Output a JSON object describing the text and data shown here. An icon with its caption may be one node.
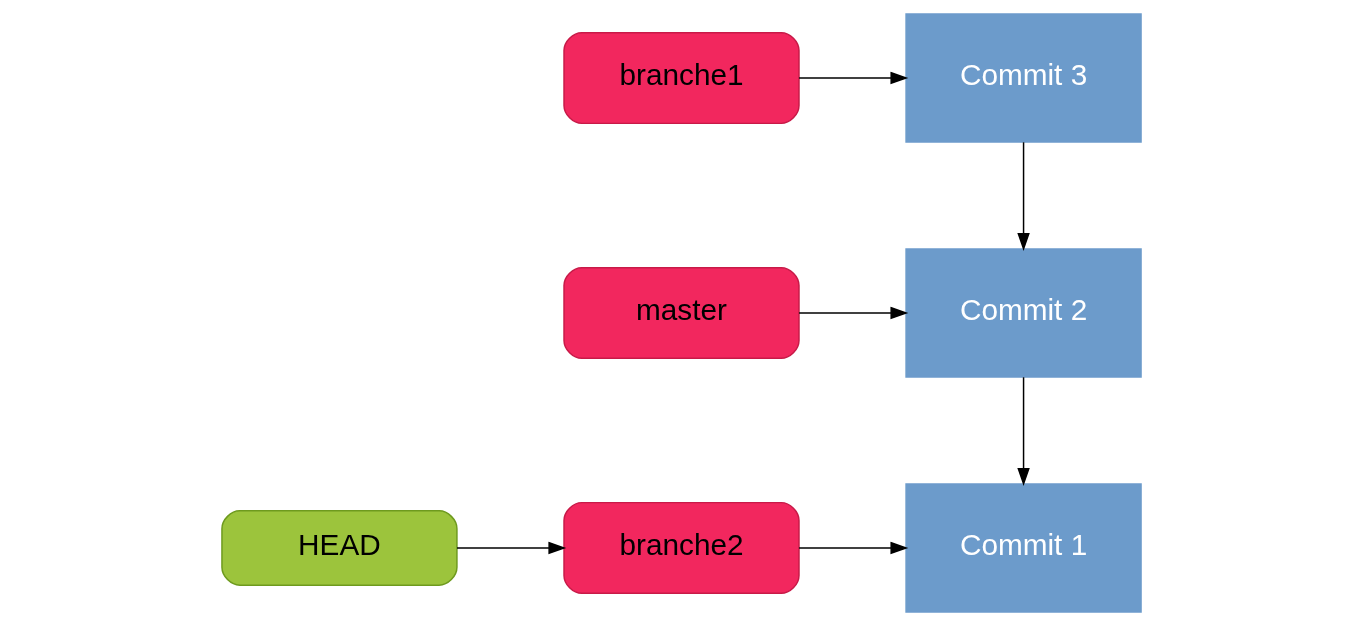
{
  "diagram": {
    "nodes": [
      {
        "text": [
          "Commit 3"
        ]
      },
      {
        "text": [
          "branche1"
        ]
      },
      {
        "text": [
          "master"
        ]
      },
      {
        "text": [
          "Commit 2"
        ]
      },
      {
        "text": [
          "HEAD"
        ]
      },
      {
        "text": [
          "branche2"
        ]
      },
      {
        "text": [
          "Commit 1"
        ]
      }
    ],
    "edges": [
      {
        "from": 1,
        "to": 0,
        "arrow": "to"
      },
      {
        "from": 0,
        "to": 3,
        "arrow": "to"
      },
      {
        "from": 2,
        "to": 3,
        "arrow": "to"
      },
      {
        "from": 3,
        "to": 6,
        "arrow": "to"
      },
      {
        "from": 4,
        "to": 5,
        "arrow": "to"
      },
      {
        "from": 5,
        "to": 6,
        "arrow": "to"
      }
    ]
  }
}
